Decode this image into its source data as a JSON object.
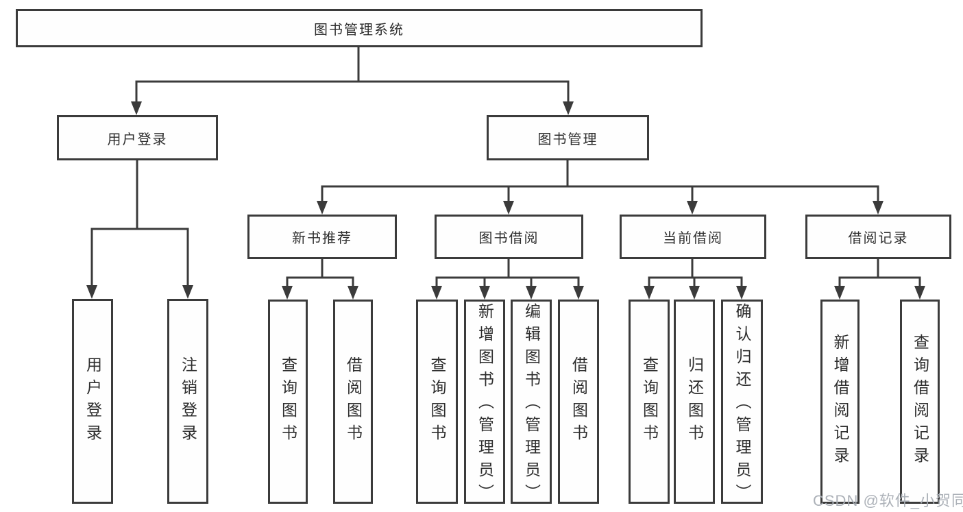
{
  "diagram": {
    "root": {
      "label": "图书管理系统"
    },
    "user_branch": {
      "label": "用户登录",
      "leaves": [
        "用户登录",
        "注销登录"
      ]
    },
    "book_branch": {
      "label": "图书管理",
      "sections": [
        {
          "label": "新书推荐",
          "leaves": [
            "查询图书",
            "借阅图书"
          ]
        },
        {
          "label": "图书借阅",
          "leaves": [
            "查询图书",
            "新增图书（管理员）",
            "编辑图书（管理员）",
            "借阅图书"
          ]
        },
        {
          "label": "当前借阅",
          "leaves": [
            "查询图书",
            "归还图书",
            "确认归还（管理员）"
          ]
        },
        {
          "label": "借阅记录",
          "leaves": [
            "新增借阅记录",
            "查询借阅记录"
          ]
        }
      ]
    }
  },
  "watermark": {
    "text": "CSDN @软件_小贺同学"
  },
  "colors": {
    "line": "#3b3b3b",
    "text": "#2e2e2e",
    "watermark": "#a8adb4",
    "background": "#ffffff"
  }
}
